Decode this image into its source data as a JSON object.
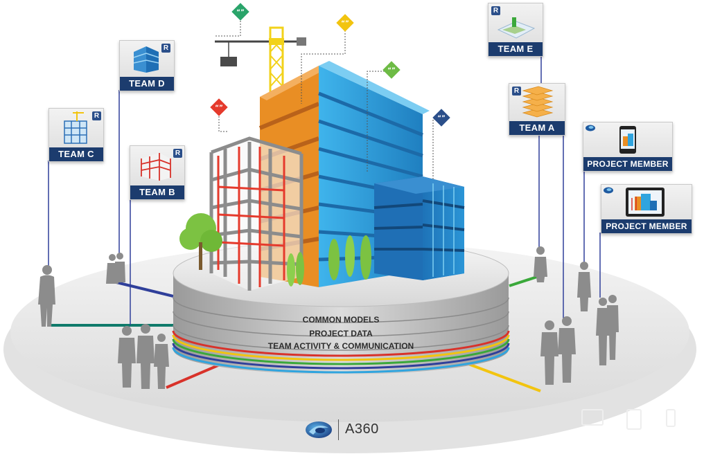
{
  "teams": {
    "team_a": "TEAM A",
    "team_b": "TEAM B",
    "team_c": "TEAM C",
    "team_d": "TEAM D",
    "team_e": "TEAM E"
  },
  "members": {
    "member_1": "PROJECT MEMBER",
    "member_2": "PROJECT MEMBER"
  },
  "platform_layers": {
    "layer_1": "COMMON MODELS",
    "layer_2": "PROJECT DATA",
    "layer_3": "TEAM ACTIVITY & COMMUNICATION"
  },
  "footer": {
    "brand": "A360"
  },
  "colors": {
    "team_label": "#1c3c6e",
    "line_blue": "#2f3f9a",
    "line_teal": "#0f7a6a",
    "line_red": "#d8322a",
    "line_yellow": "#f2c40f",
    "line_green": "#3aa83a",
    "building_blue": "#2fa4de",
    "building_orange": "#e98e24",
    "frame_red": "#e53a2c"
  },
  "icons": {
    "chat_bubbles": [
      "chat-bubble-icon"
    ],
    "team_app": "revit-r-icon",
    "member_app": "a360-app-icon",
    "footer_logo": "a360-logo-icon"
  }
}
